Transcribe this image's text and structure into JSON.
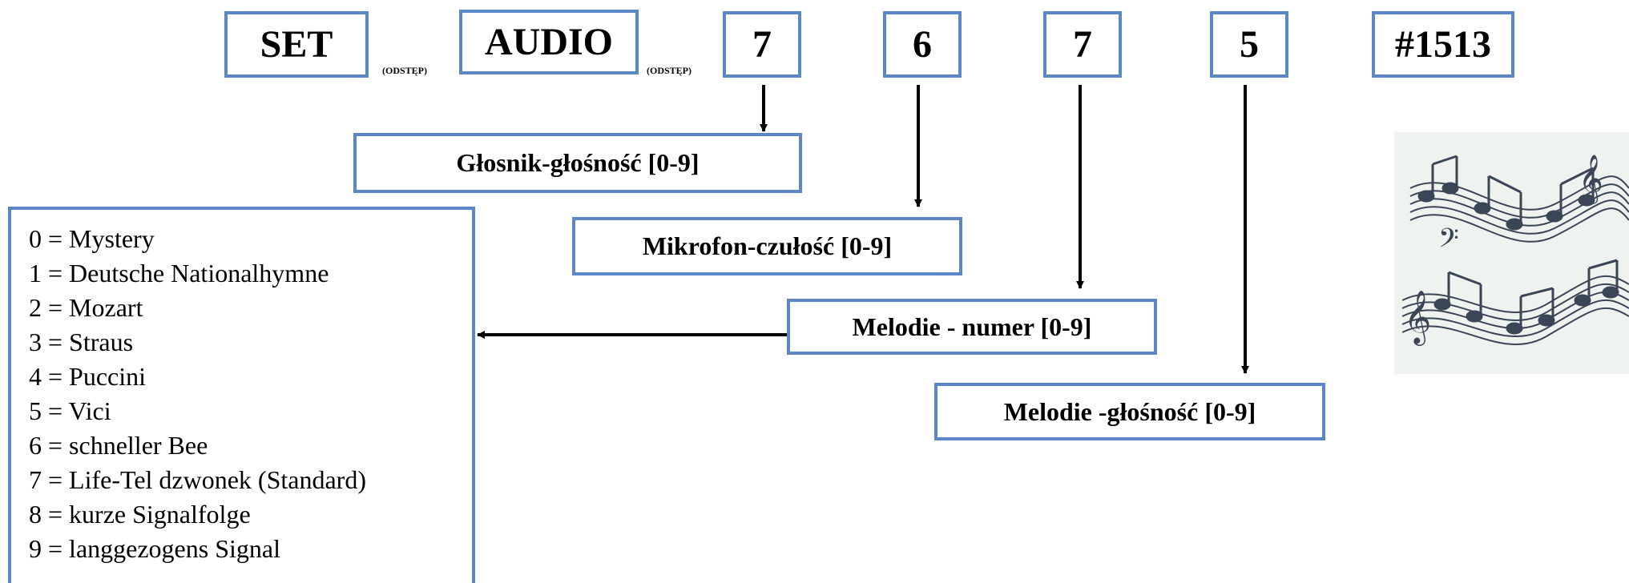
{
  "command": {
    "set": "SET",
    "separator_1": "(ODSTĘP)",
    "audio": "AUDIO",
    "separator_2": "(ODSTĘP)",
    "digit_1": "7",
    "digit_2": "6",
    "digit_3": "7",
    "digit_4": "5",
    "terminator": "#1513"
  },
  "parameters": {
    "speaker_volume": "Głosnik-głośność [0-9]",
    "mic_sensitivity": "Mikrofon-czułość [0-9]",
    "melody_number": "Melodie - numer [0-9]",
    "melody_volume": "Melodie -głośność [0-9]"
  },
  "melodies": [
    "0 = Mystery",
    "1 = Deutsche Nationalhymne",
    "2 = Mozart",
    "3 = Straus",
    "4 = Puccini",
    "5 = Vici",
    "6 = schneller Bee",
    "7 = Life-Tel dzwonek (Standard)",
    "8 = kurze Signalfolge",
    "9 = langgezogens Signal"
  ],
  "colors": {
    "box_border": "#5b87c5",
    "arrow": "#000000",
    "music_ink": "#3a4556",
    "music_bg": "#eef3ef"
  },
  "icons": {
    "decoration": "music-notes-icon"
  }
}
